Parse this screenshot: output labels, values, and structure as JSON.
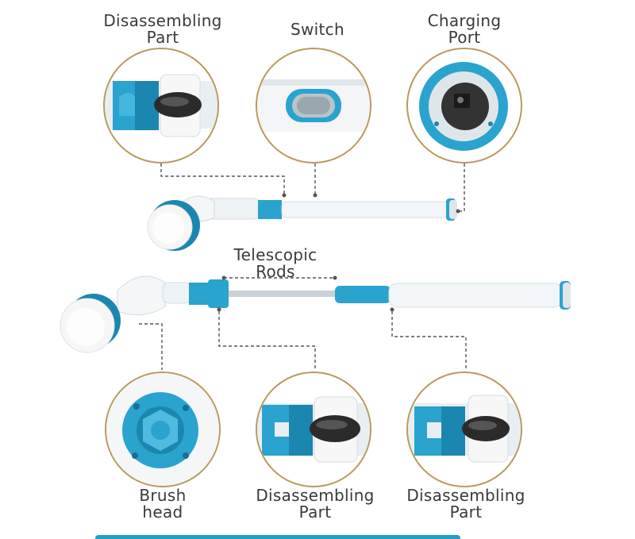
{
  "labels": {
    "top_left": [
      "Disassembling",
      "Part"
    ],
    "top_center": [
      "Switch"
    ],
    "top_right": [
      "Charging",
      "Port"
    ],
    "telescopic": [
      "Telescopic",
      "Rods"
    ],
    "bottom_left": [
      "Brush",
      "head"
    ],
    "bottom_center": [
      "Disassembling",
      "Part"
    ],
    "bottom_right": [
      "Disassembling",
      "Part"
    ]
  },
  "colors": {
    "accent_blue": "#2aa3cf",
    "dark_blue": "#1b86b0",
    "ring_gold": "#b89a5c",
    "handle_white": "#eef3f6",
    "black_part": "#2b2b2b"
  }
}
